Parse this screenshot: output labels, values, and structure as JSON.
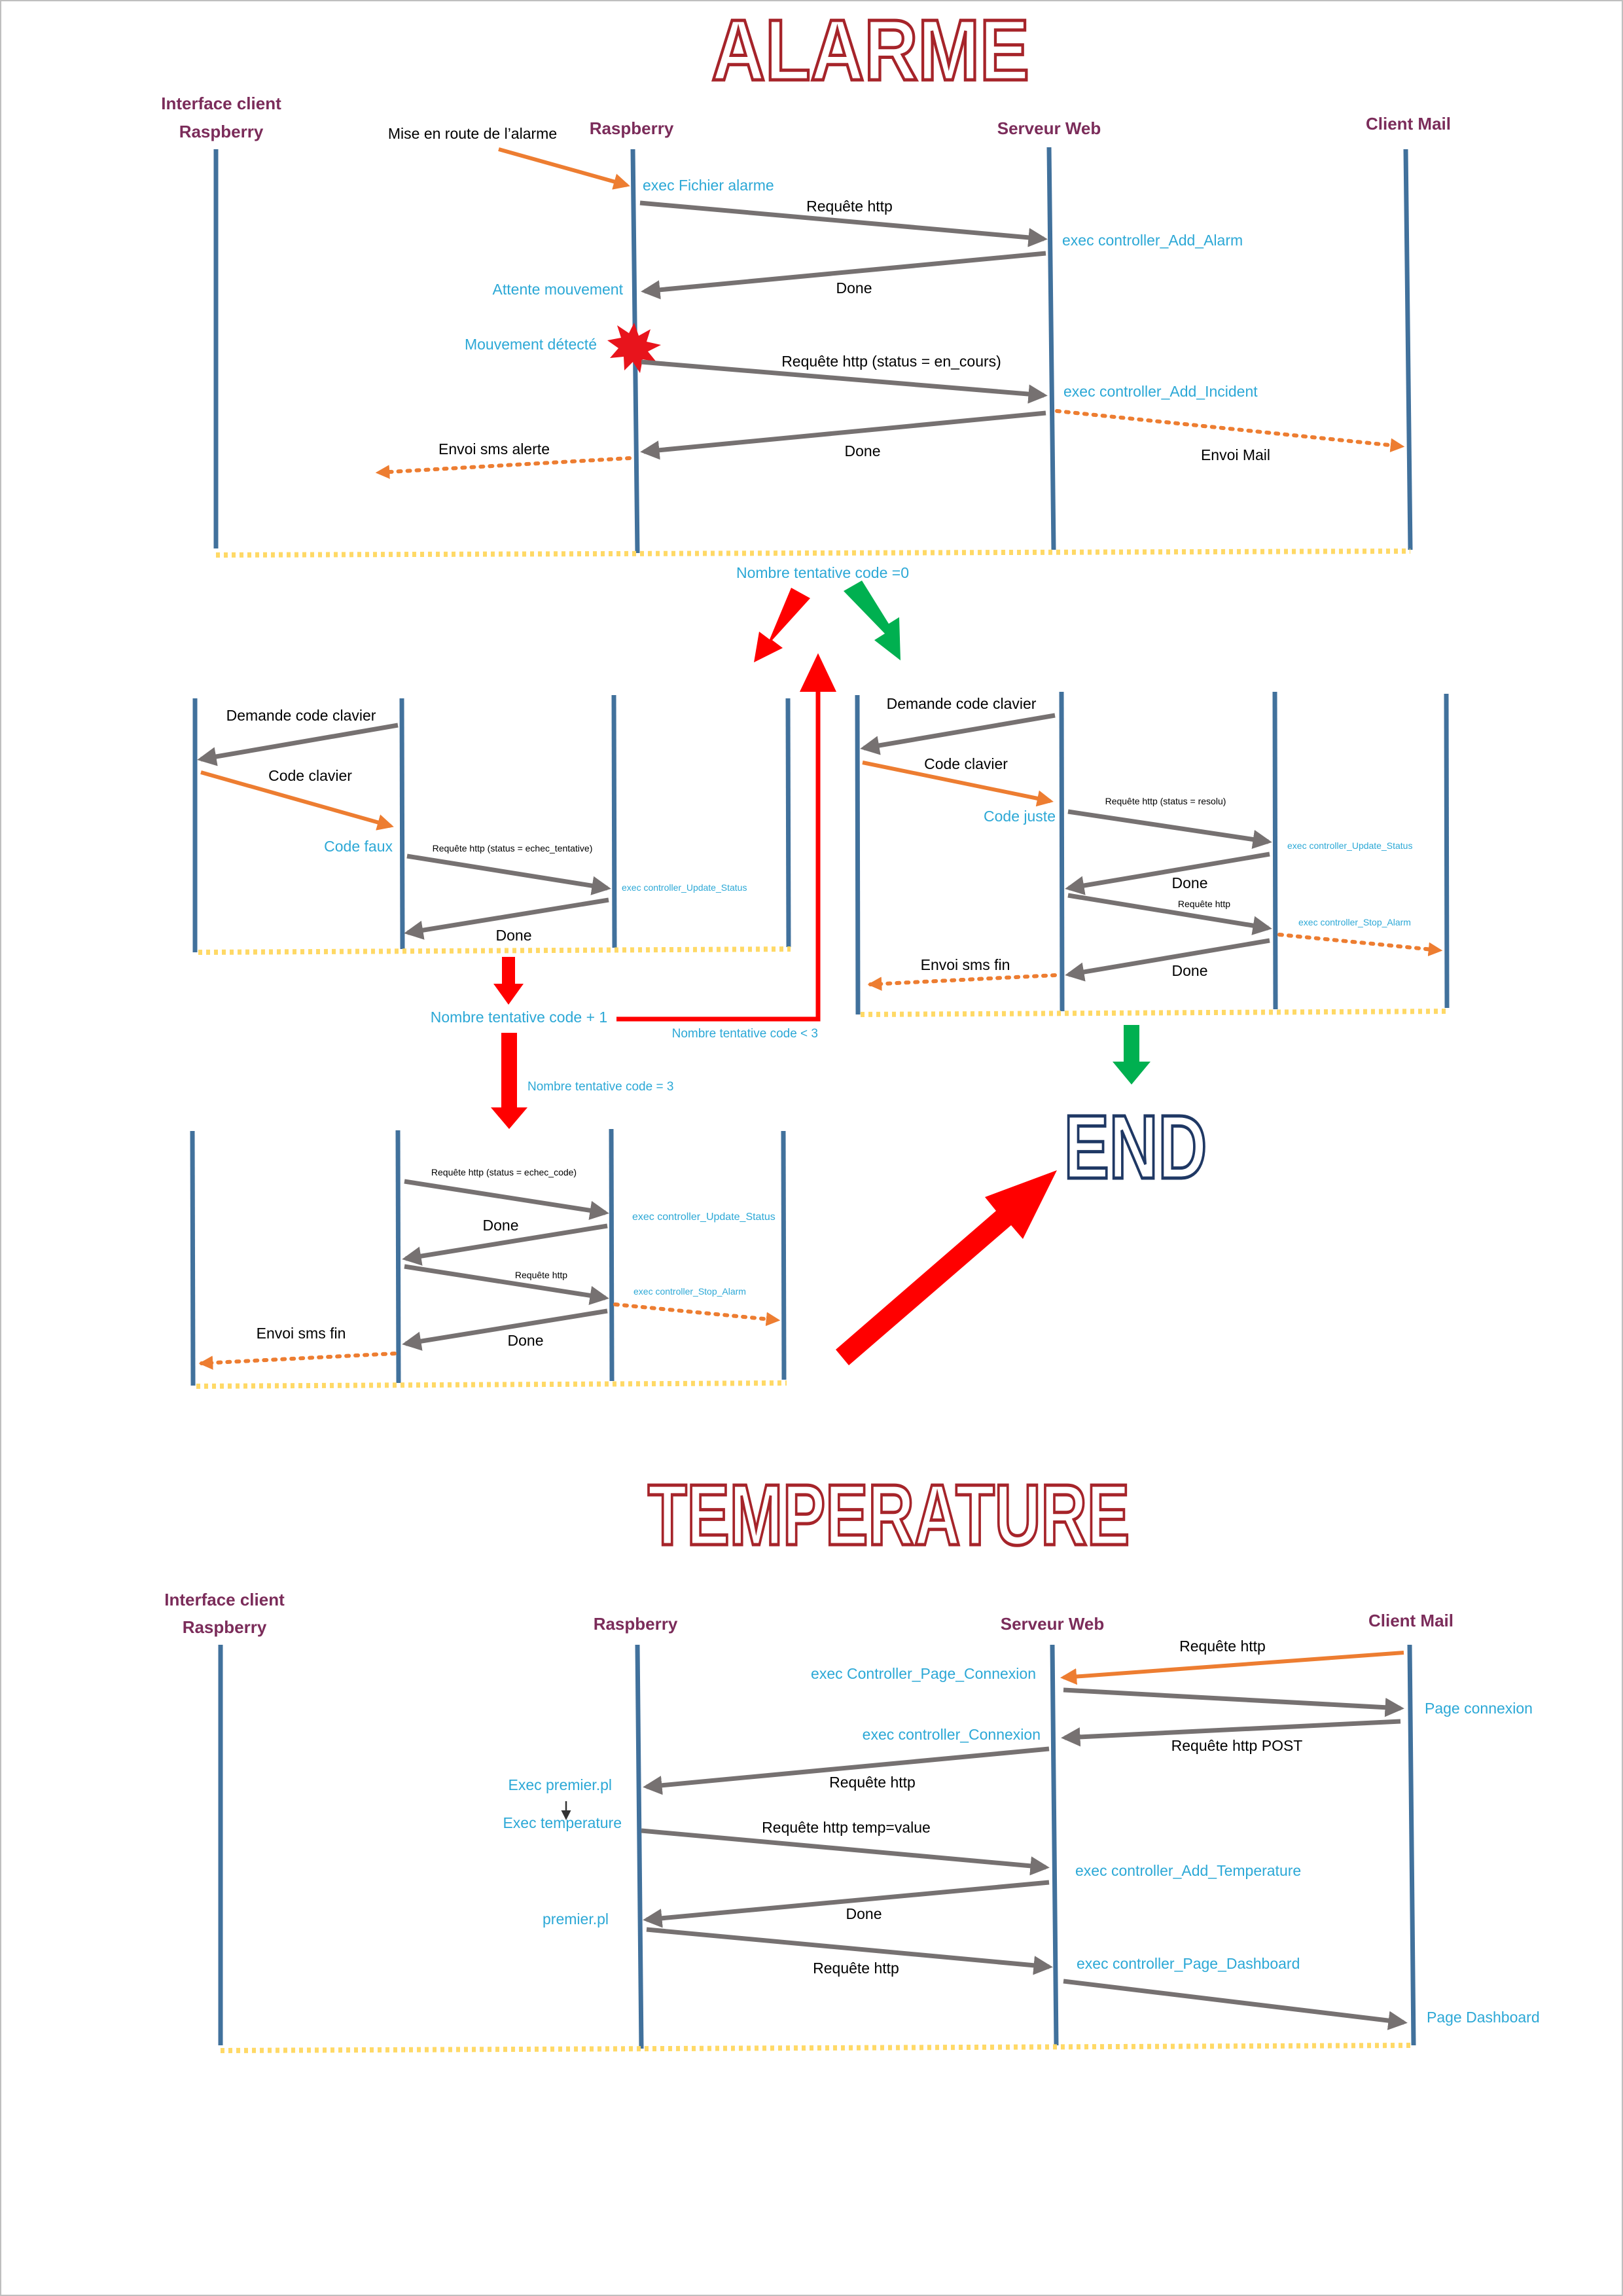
{
  "colors": {
    "lifeline": "#41719c",
    "message": "#767171",
    "async": "#ed7d31",
    "separator": "#ffd966",
    "actor": "#7b2c5a",
    "note": "#2ca8d6",
    "text": "#000000",
    "fail": "#ff0000",
    "success": "#00b050",
    "titleOutline": "#a6242a",
    "endOutline": "#1f3864",
    "explosion": "#e8141c"
  },
  "alarm": {
    "title": "ALARME",
    "actors": {
      "client_line1": "Interface client",
      "client_line2": "Raspberry",
      "raspberry": "Raspberry",
      "server": "Serveur Web",
      "mail": "Client Mail"
    },
    "labels": {
      "start": "Mise en route de l’alarme",
      "exec_file": "exec Fichier alarme",
      "req1": "Requête http",
      "add_alarm": "exec controller_Add_Alarm",
      "done1": "Done",
      "waiting": "Attente mouvement",
      "detected": "Mouvement détecté",
      "req2": "Requête http (status = en_cours)",
      "add_incident": "exec controller_Add_Incident",
      "done2": "Done",
      "sms_alert": "Envoi sms alerte",
      "mail": "Envoi Mail",
      "attempts_init": "Nombre tentative code =0"
    },
    "fail_panel": {
      "ask": "Demande code clavier",
      "code": "Code clavier",
      "wrong": "Code faux",
      "req": "Requête http (status = echec_tentative)",
      "update": "exec controller_Update_Status",
      "done": "Done"
    },
    "success_panel": {
      "ask": "Demande code clavier",
      "code": "Code clavier",
      "right": "Code juste",
      "req1": "Requête http (status = resolu)",
      "update": "exec controller_Update_Status",
      "done1": "Done",
      "req2": "Requête http",
      "stop": "exec controller_Stop_Alarm",
      "sms_end": "Envoi sms fin",
      "done2": "Done"
    },
    "counter": {
      "increment": "Nombre tentative code + 1",
      "less_than": "Nombre tentative code  <  3",
      "equals": "Nombre tentative code  =  3"
    },
    "final_panel": {
      "req1": "Requête http (status = echec_code)",
      "update": "exec controller_Update_Status",
      "done1": "Done",
      "req2": "Requête http",
      "stop": "exec controller_Stop_Alarm",
      "sms_end": "Envoi sms fin",
      "done2": "Done"
    },
    "end": "END"
  },
  "temperature": {
    "title": "TEMPERATURE",
    "actors": {
      "client_line1": "Interface client",
      "client_line2": "Raspberry",
      "raspberry": "Raspberry",
      "server": "Serveur Web",
      "mail": "Client Mail"
    },
    "labels": {
      "req1": "Requête http",
      "page_connexion_ctrl": "exec Controller_Page_Connexion",
      "page_connexion": "Page connexion",
      "connexion_ctrl": "exec controller_Connexion",
      "req_post": "Requête http POST",
      "exec_premier": "Exec premier.pl",
      "req2": "Requête http",
      "exec_temperature": "Exec temperature",
      "req_temp": "Requête http temp=value",
      "add_temperature": "exec controller_Add_Temperature",
      "premier": "premier.pl",
      "done": "Done",
      "req3": "Requête http",
      "dashboard_ctrl": "exec controller_Page_Dashboard",
      "page_dashboard": "Page Dashboard"
    }
  }
}
